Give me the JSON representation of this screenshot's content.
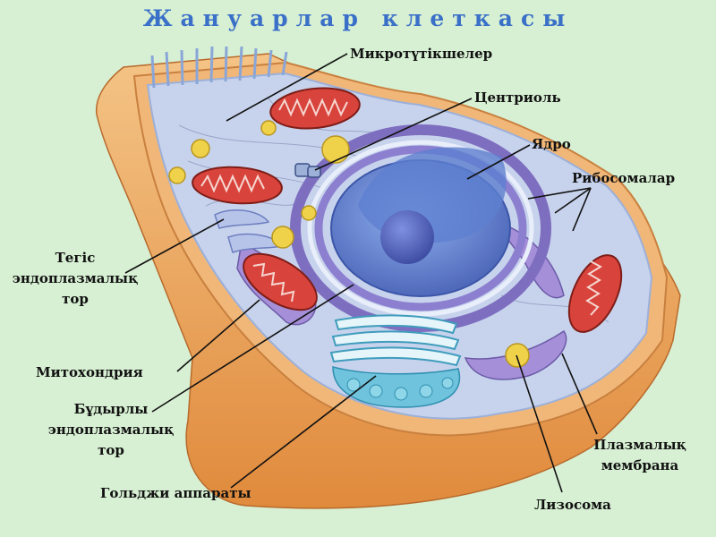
{
  "title": "Жануарлар клеткасы",
  "labels": {
    "microtubules": "Микротүтікшелер",
    "centriole": "Центриоль",
    "nucleus": "Ядро",
    "ribosomes": "Рибосомалар",
    "smooth_er": [
      "Тегіс",
      "эндоплазмалық",
      "тор"
    ],
    "mitochondria": "Митохондрия",
    "rough_er": [
      "Бұдырлы",
      "эндоплазмалық",
      "тор"
    ],
    "golgi": "Гольджи аппараты",
    "plasma_membrane": [
      "Плазмалық",
      "мембрана"
    ],
    "lysosome": "Лизосома"
  },
  "colors": {
    "background": "#d7f0d3",
    "title": "#3a70c8",
    "cytoplasm": "#c7d3ec",
    "membrane_outer": "#e8a45a",
    "nucleus": "#6d8fd8",
    "mitochondria": "#d8443c",
    "golgi": "#6fc3dc",
    "lysosome": "#f0d24a",
    "er": "#8e7cc8"
  }
}
